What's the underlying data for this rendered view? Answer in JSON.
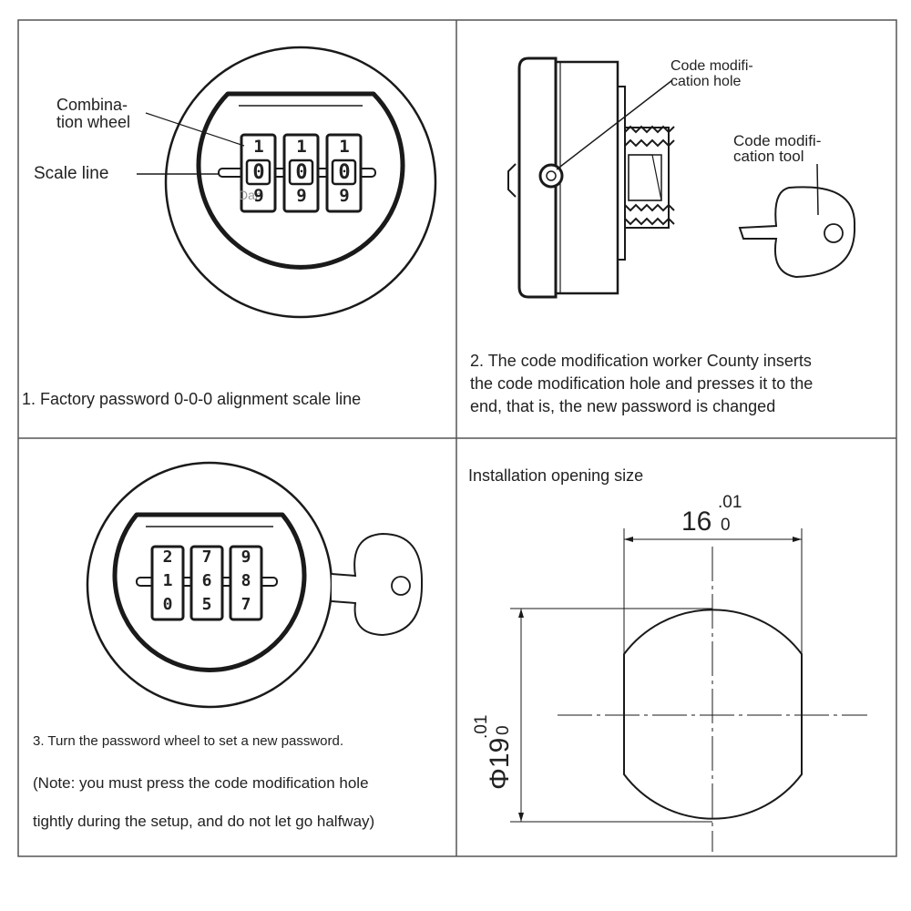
{
  "panel1": {
    "wheel_label_line1": "Combina-",
    "wheel_label_line2": "tion wheel",
    "scale_label": "Scale line",
    "watermark": "Dan",
    "digits_top": [
      "1",
      "1",
      "1"
    ],
    "digits_mid": [
      "0",
      "0",
      "0"
    ],
    "digits_bot": [
      "9",
      "9",
      "9"
    ],
    "caption": "1. Factory password 0-0-0 alignment scale line"
  },
  "panel2": {
    "hole_label_line1": "Code modifi-",
    "hole_label_line2": "cation hole",
    "tool_label_line1": "Code modifi-",
    "tool_label_line2": "cation tool",
    "caption_line1": "2. The code modification worker County inserts",
    "caption_line2": "the code modification hole and presses it to the",
    "caption_line3": "end, that is, the new password is changed"
  },
  "panel3": {
    "digits_top": [
      "2",
      "7",
      "9"
    ],
    "digits_mid": [
      "1",
      "6",
      "8"
    ],
    "digits_bot": [
      "0",
      "5",
      "7"
    ],
    "caption_line1": "3. Turn the password wheel to set a new password.",
    "note_line1": "(Note: you must press the code modification hole",
    "note_line2": "tightly during the setup, and do not let go halfway)"
  },
  "panel4": {
    "title": "Installation opening size",
    "width_value": "16",
    "width_tol_upper": ".01",
    "width_tol_lower": "0",
    "dia_value": "Φ19",
    "dia_tol_upper": ".01",
    "dia_tol_lower": "0"
  },
  "colors": {
    "line": "#1a1a1a",
    "frame": "#444444",
    "gray": "#888888"
  }
}
